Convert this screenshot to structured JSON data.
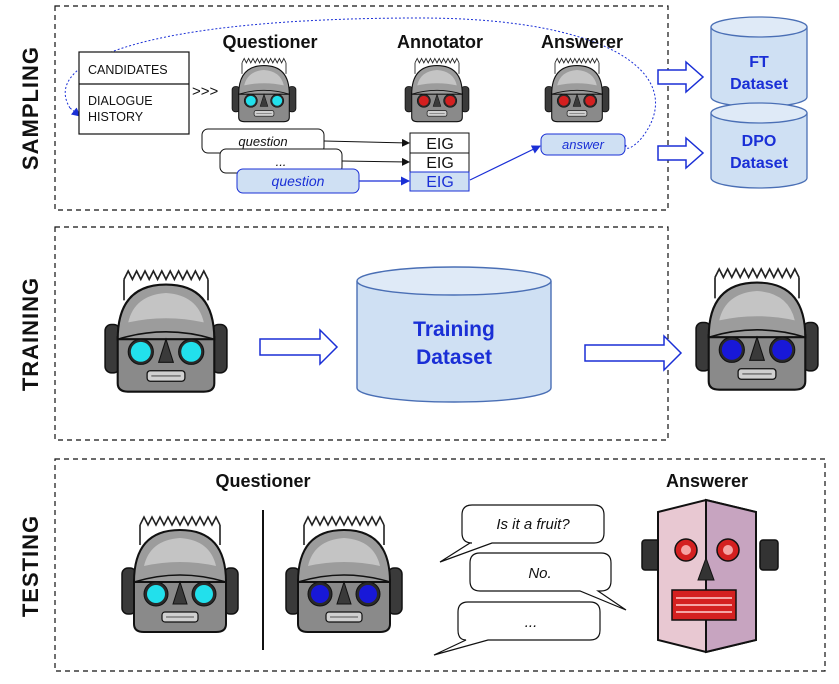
{
  "sections": {
    "sampling": "SAMPLING",
    "training": "TRAINING",
    "testing": "TESTING"
  },
  "sampling": {
    "questioner": "Questioner",
    "annotator": "Annotator",
    "answerer": "Answerer",
    "candidates": "CANDIDATES",
    "history_line1": "DIALOGUE",
    "history_line2": "HISTORY",
    "chevrons": ">>>",
    "question_1": "question",
    "question_2": "...",
    "question_3": "question",
    "eig_1": "EIG",
    "eig_2": "EIG",
    "eig_3": "EIG",
    "answer": "answer",
    "ft_line1": "FT",
    "ft_line2": "Dataset",
    "dpo_line1": "DPO",
    "dpo_line2": "Dataset"
  },
  "training": {
    "dataset_line1": "Training",
    "dataset_line2": "Dataset"
  },
  "testing": {
    "questioner": "Questioner",
    "answerer": "Answerer",
    "bubble_1": "Is it a fruit?",
    "bubble_2": "No.",
    "bubble_3": "..."
  },
  "colors": {
    "eye_cyan": "#22e0ec",
    "eye_blue": "#1818d8",
    "eye_red": "#d42020",
    "accent_blue": "#1a2fd6",
    "db_fill": "#cfe0f3",
    "db_stroke": "#4a6fb5"
  }
}
